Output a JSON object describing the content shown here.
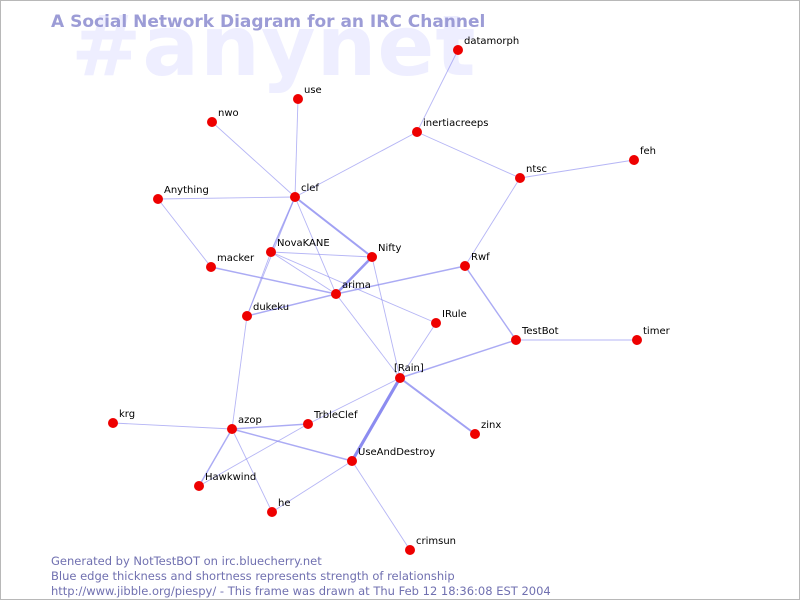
{
  "watermark": "#anynet",
  "title": "A Social Network Diagram for an IRC Channel",
  "footer": {
    "line1": "Generated by NotTestBOT on irc.bluecherry.net",
    "line2": "Blue edge thickness and shortness represents strength of relationship",
    "line3": "http://www.jibble.org/piespy/ - This frame was drawn at Thu Feb 12 18:36:08 EST 2004"
  },
  "colors": {
    "node": "#ee0000",
    "edge": "#8c8cf0",
    "title": "#9c9cd6",
    "watermark": "#eeeeff"
  },
  "graph": {
    "nodes": [
      {
        "id": "datamorph",
        "label": "datamorph"
      },
      {
        "id": "use",
        "label": "use"
      },
      {
        "id": "nwo",
        "label": "nwo"
      },
      {
        "id": "inertiacreeps",
        "label": "inertiacreeps"
      },
      {
        "id": "feh",
        "label": "feh"
      },
      {
        "id": "ntsc",
        "label": "ntsc"
      },
      {
        "id": "Anything",
        "label": "Anything"
      },
      {
        "id": "clef",
        "label": "clef"
      },
      {
        "id": "NovaKANE",
        "label": "NovaKANE"
      },
      {
        "id": "Nifty",
        "label": "Nifty"
      },
      {
        "id": "macker",
        "label": "macker"
      },
      {
        "id": "Rwf",
        "label": "Rwf"
      },
      {
        "id": "arima",
        "label": "arima"
      },
      {
        "id": "dukeku",
        "label": "dukeku"
      },
      {
        "id": "IRule",
        "label": "IRule"
      },
      {
        "id": "TestBot",
        "label": "TestBot"
      },
      {
        "id": "timer",
        "label": "timer"
      },
      {
        "id": "IRain",
        "label": "[Rain]"
      },
      {
        "id": "krg",
        "label": "krg"
      },
      {
        "id": "azop",
        "label": "azop"
      },
      {
        "id": "TrbleClef",
        "label": "TrbleClef"
      },
      {
        "id": "zinx",
        "label": "zinx"
      },
      {
        "id": "UseAndDestroy",
        "label": "UseAndDestroy"
      },
      {
        "id": "Hawkwind",
        "label": "Hawkwind"
      },
      {
        "id": "he",
        "label": "he"
      },
      {
        "id": "crimsun",
        "label": "crimsun"
      }
    ],
    "edges": [
      {
        "source": "datamorph",
        "target": "inertiacreeps",
        "strength": 1
      },
      {
        "source": "inertiacreeps",
        "target": "clef",
        "strength": 1
      },
      {
        "source": "inertiacreeps",
        "target": "ntsc",
        "strength": 1
      },
      {
        "source": "ntsc",
        "target": "feh",
        "strength": 1
      },
      {
        "source": "ntsc",
        "target": "Rwf",
        "strength": 1
      },
      {
        "source": "use",
        "target": "clef",
        "strength": 1
      },
      {
        "source": "nwo",
        "target": "clef",
        "strength": 1
      },
      {
        "source": "Anything",
        "target": "clef",
        "strength": 1
      },
      {
        "source": "Anything",
        "target": "macker",
        "strength": 1
      },
      {
        "source": "clef",
        "target": "NovaKANE",
        "strength": 2
      },
      {
        "source": "clef",
        "target": "Nifty",
        "strength": 3
      },
      {
        "source": "clef",
        "target": "arima",
        "strength": 1
      },
      {
        "source": "clef",
        "target": "dukeku",
        "strength": 1
      },
      {
        "source": "NovaKANE",
        "target": "Nifty",
        "strength": 1
      },
      {
        "source": "NovaKANE",
        "target": "arima",
        "strength": 1
      },
      {
        "source": "NovaKANE",
        "target": "dukeku",
        "strength": 1
      },
      {
        "source": "NovaKANE",
        "target": "IRule",
        "strength": 1
      },
      {
        "source": "Nifty",
        "target": "arima",
        "strength": 4
      },
      {
        "source": "Nifty",
        "target": "IRain",
        "strength": 1
      },
      {
        "source": "macker",
        "target": "arima",
        "strength": 2
      },
      {
        "source": "dukeku",
        "target": "arima",
        "strength": 2
      },
      {
        "source": "dukeku",
        "target": "azop",
        "strength": 1
      },
      {
        "source": "Rwf",
        "target": "arima",
        "strength": 2
      },
      {
        "source": "Rwf",
        "target": "TestBot",
        "strength": 2
      },
      {
        "source": "arima",
        "target": "IRain",
        "strength": 1
      },
      {
        "source": "IRule",
        "target": "IRain",
        "strength": 1
      },
      {
        "source": "TestBot",
        "target": "timer",
        "strength": 1
      },
      {
        "source": "TestBot",
        "target": "IRain",
        "strength": 2
      },
      {
        "source": "IRain",
        "target": "zinx",
        "strength": 3
      },
      {
        "source": "IRain",
        "target": "UseAndDestroy",
        "strength": 5
      },
      {
        "source": "IRain",
        "target": "TrbleClef",
        "strength": 1
      },
      {
        "source": "krg",
        "target": "azop",
        "strength": 1
      },
      {
        "source": "azop",
        "target": "TrbleClef",
        "strength": 2
      },
      {
        "source": "azop",
        "target": "UseAndDestroy",
        "strength": 2
      },
      {
        "source": "azop",
        "target": "Hawkwind",
        "strength": 2
      },
      {
        "source": "azop",
        "target": "he",
        "strength": 1
      },
      {
        "source": "TrbleClef",
        "target": "Hawkwind",
        "strength": 1
      },
      {
        "source": "UseAndDestroy",
        "target": "he",
        "strength": 1
      },
      {
        "source": "UseAndDestroy",
        "target": "crimsun",
        "strength": 1
      }
    ]
  }
}
